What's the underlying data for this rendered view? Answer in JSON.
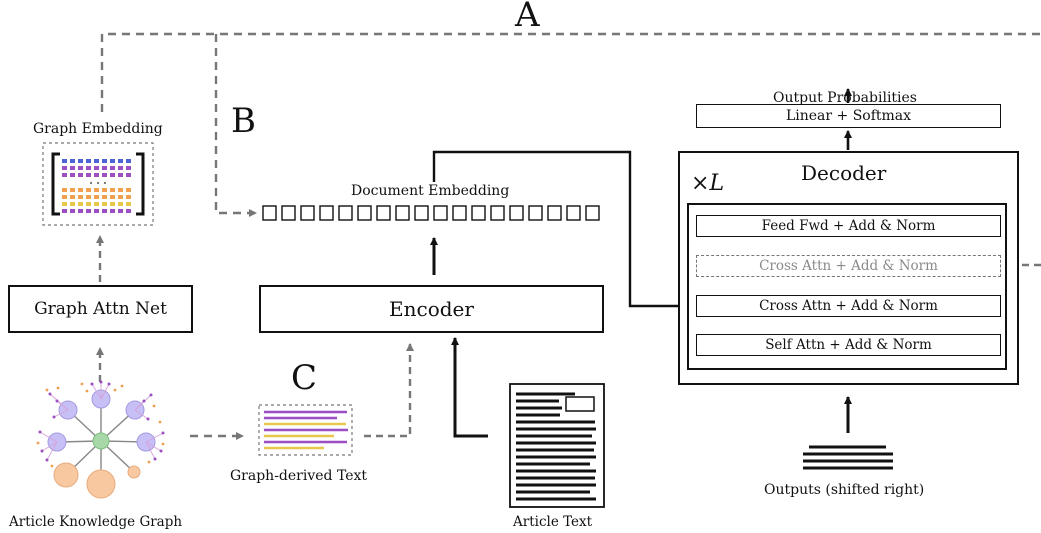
{
  "letters": {
    "a": "A",
    "b": "B",
    "c": "C"
  },
  "left": {
    "graph_embedding_label": "Graph Embedding",
    "graph_attn_net": "Graph Attn Net",
    "knowledge_graph_label": "Article Knowledge Graph"
  },
  "middle": {
    "document_embedding_label": "Document Embedding",
    "encoder": "Encoder",
    "graph_text_label": "Graph-derived Text",
    "article_text_label": "Article Text"
  },
  "decoder": {
    "output_probabilities": "Output Probabilities",
    "linear_softmax": "Linear + Softmax",
    "title": "Decoder",
    "repeat_symbol": "×",
    "repeat_var": "L",
    "layers": [
      "Feed Fwd + Add & Norm",
      "Cross Attn + Add & Norm",
      "Cross Attn + Add & Norm",
      "Self Attn + Add & Norm"
    ],
    "outputs_label": "Outputs (shifted right)"
  },
  "colors": {
    "ink": "#111111",
    "dashed": "#777777",
    "graph_center": "#a8d8a8",
    "graph_node": "#c7c0f7",
    "graph_big_node": "#f8c8a0",
    "purple": "#9b4fc2",
    "orange": "#f0a050",
    "blue": "#4e63d6",
    "yellow": "#e8c84a"
  }
}
